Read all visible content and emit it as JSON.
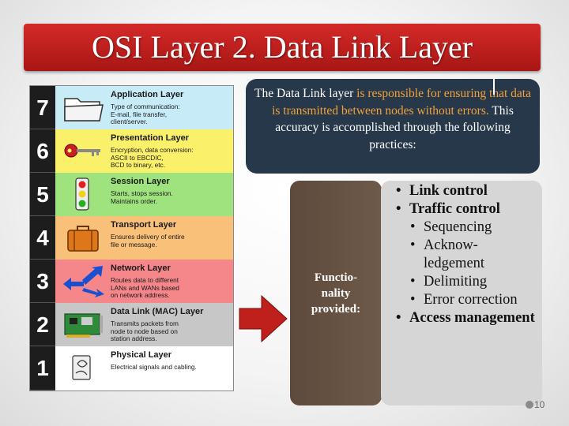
{
  "title": "OSI Layer 2. Data Link Layer",
  "layers": [
    {
      "num": "7",
      "name": "Application Layer",
      "desc": "Type of communication:\nE-mail, file transfer,\nclient/server.",
      "color": "#c8ecf7",
      "icon": "folder-icon"
    },
    {
      "num": "6",
      "name": "Presentation Layer",
      "desc": "Encryption, data conversion:\nASCII to EBCDIC,\nBCD to binary, etc.",
      "color": "#fbf06a",
      "icon": "key-icon"
    },
    {
      "num": "5",
      "name": "Session Layer",
      "desc": "Starts, stops session.\nMaintains order.",
      "color": "#9fe37f",
      "icon": "traffic-light-icon"
    },
    {
      "num": "4",
      "name": "Transport Layer",
      "desc": "Ensures delivery of entire\nfile or message.",
      "color": "#f9c07a",
      "icon": "briefcase-icon"
    },
    {
      "num": "3",
      "name": "Network Layer",
      "desc": "Routes data to different\nLANs and WANs based\non network address.",
      "color": "#f5868a",
      "icon": "routing-arrows-icon"
    },
    {
      "num": "2",
      "name": "Data Link (MAC) Layer",
      "desc": "Transmits packets from\nnode to node based on\nstation address.",
      "color": "#c7c7c7",
      "icon": "network-card-icon"
    },
    {
      "num": "1",
      "name": "Physical Layer",
      "desc": "Electrical signals and cabling.",
      "color": "#ffffff",
      "icon": "cable-icon"
    }
  ],
  "description": {
    "part1": "The Data Link layer ",
    "highlight": "is responsible for ensuring that data is transmitted between nodes without errors.",
    "part2": " This accuracy is accomplished through the following practices:"
  },
  "functionality_label": "Functio-\nnality\nprovided:",
  "practices": {
    "link_control": "Link control",
    "traffic_control": "Traffic control",
    "sub_items": [
      "Sequencing",
      "Acknow-ledgement",
      "Delimiting",
      "Error correction"
    ],
    "access_management": "Access management"
  },
  "colors": {
    "title_bar": "#c21f1d",
    "desc_box": "#27384a",
    "highlight": "#f2a13a",
    "func_box": "#65513f",
    "list_box": "#d6d6d6",
    "arrow": "#c0201c"
  },
  "page_number": "10"
}
